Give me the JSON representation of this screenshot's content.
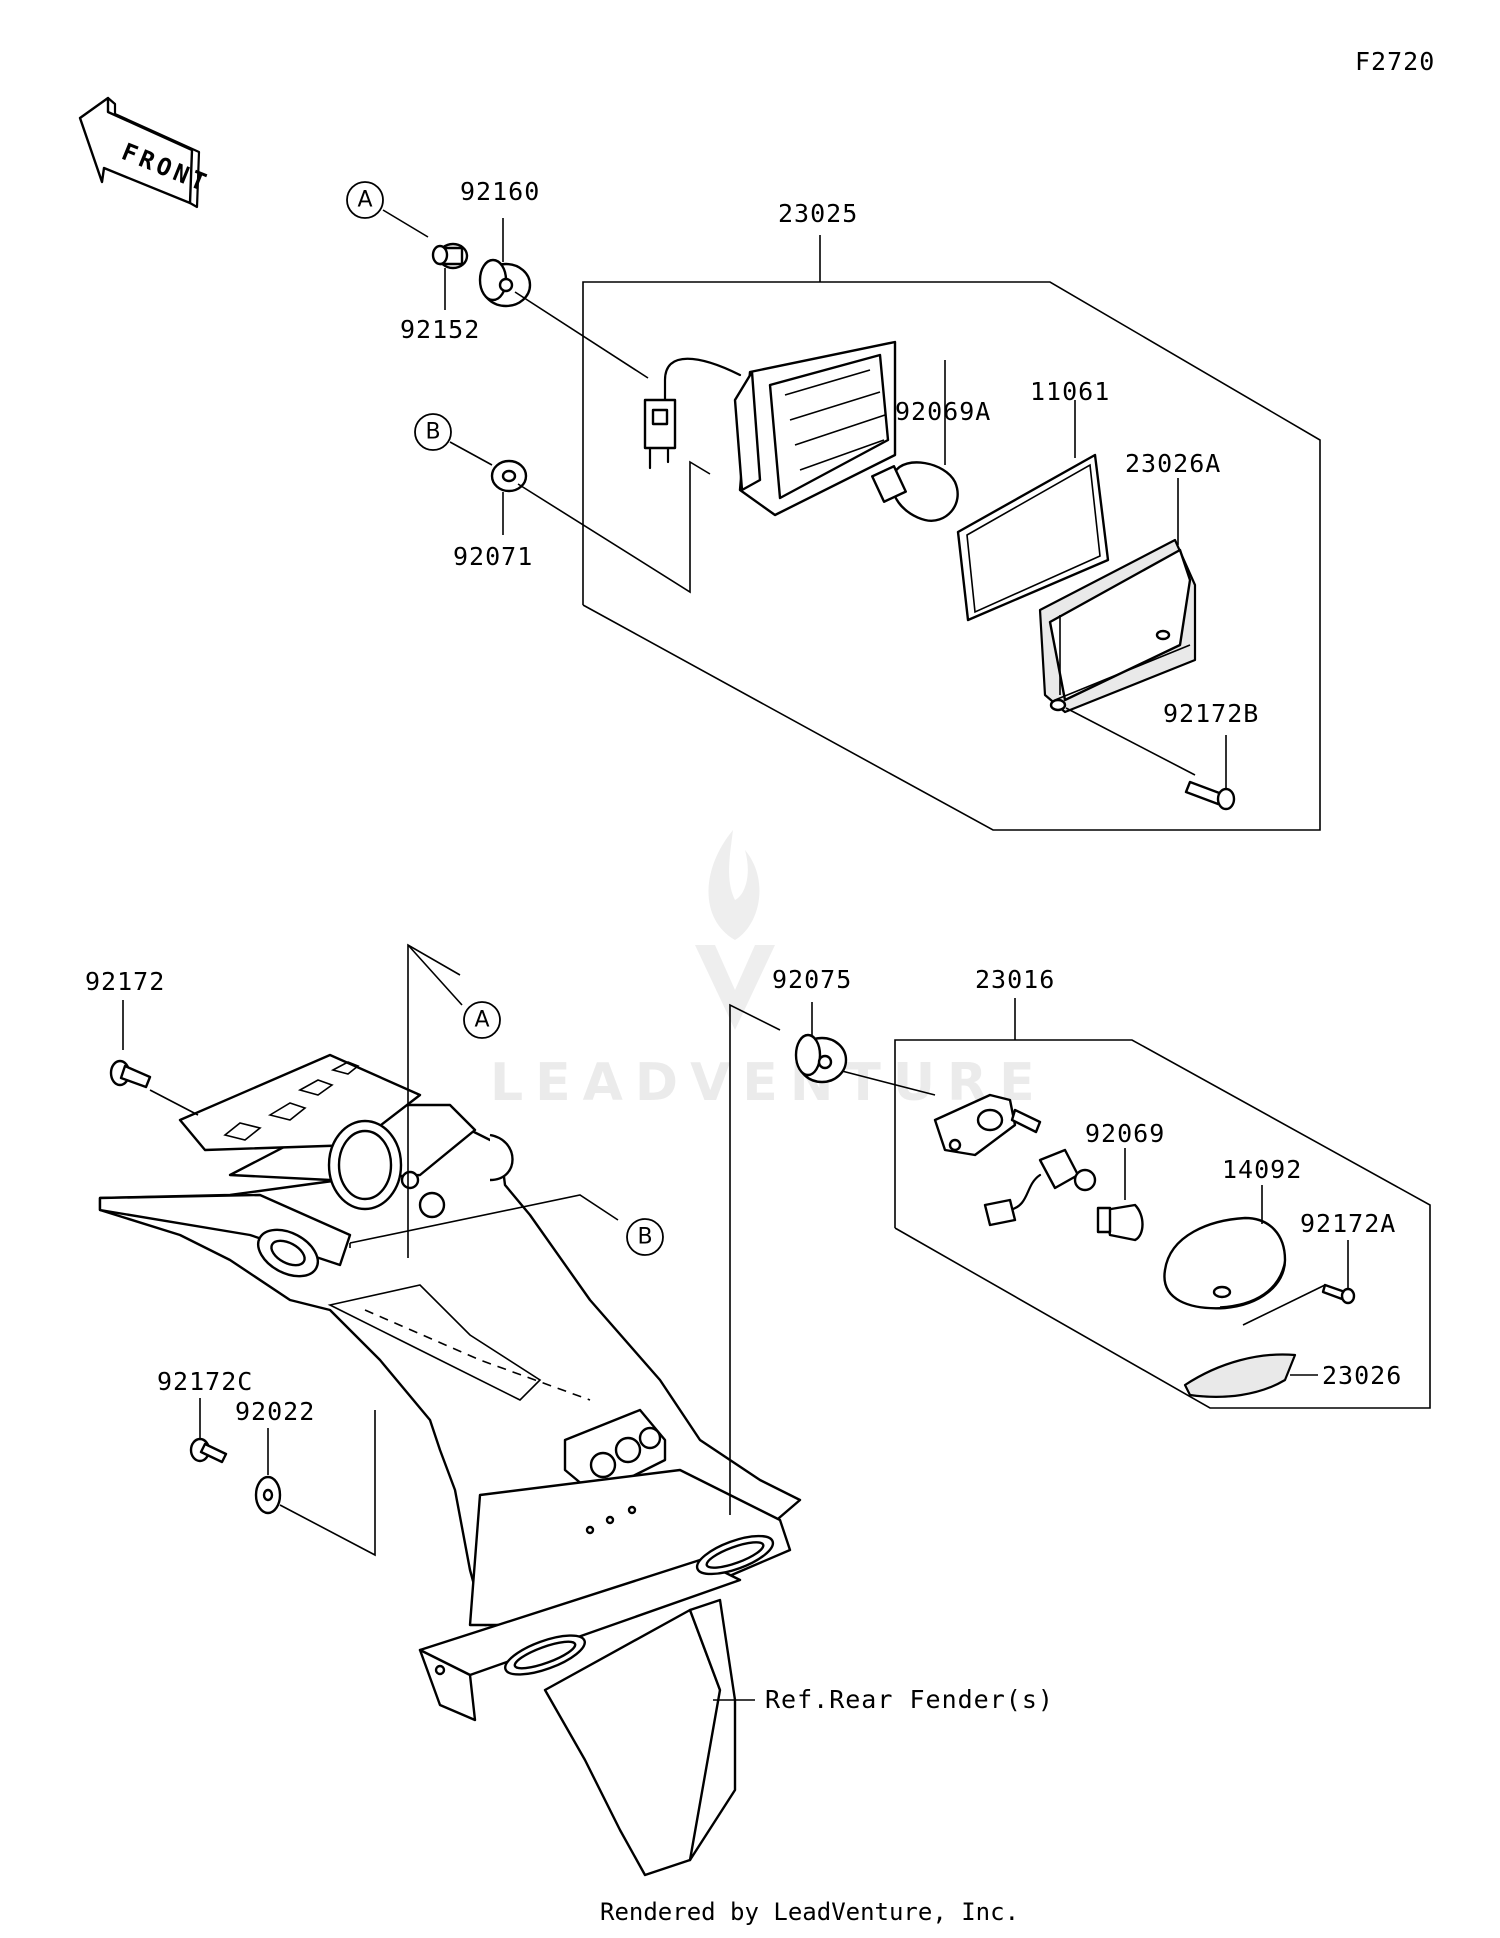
{
  "diagram_code": "F2720",
  "front_label": "FRONT",
  "watermark": "LEADVENTURE",
  "callouts": {
    "a": "A",
    "b": "B"
  },
  "parts": {
    "p92160": "92160",
    "p92152": "92152",
    "p23025": "23025",
    "p92069A": "92069A",
    "p11061": "11061",
    "p23026A": "23026A",
    "p92071": "92071",
    "p92172B": "92172B",
    "p92172": "92172",
    "p92075": "92075",
    "p23016": "23016",
    "p92069": "92069",
    "p14092": "14092",
    "p92172A": "92172A",
    "p23026": "23026",
    "p92172C": "92172C",
    "p92022": "92022"
  },
  "reference_label": "Ref.Rear Fender(s)",
  "footer": "Rendered by LeadVenture, Inc."
}
